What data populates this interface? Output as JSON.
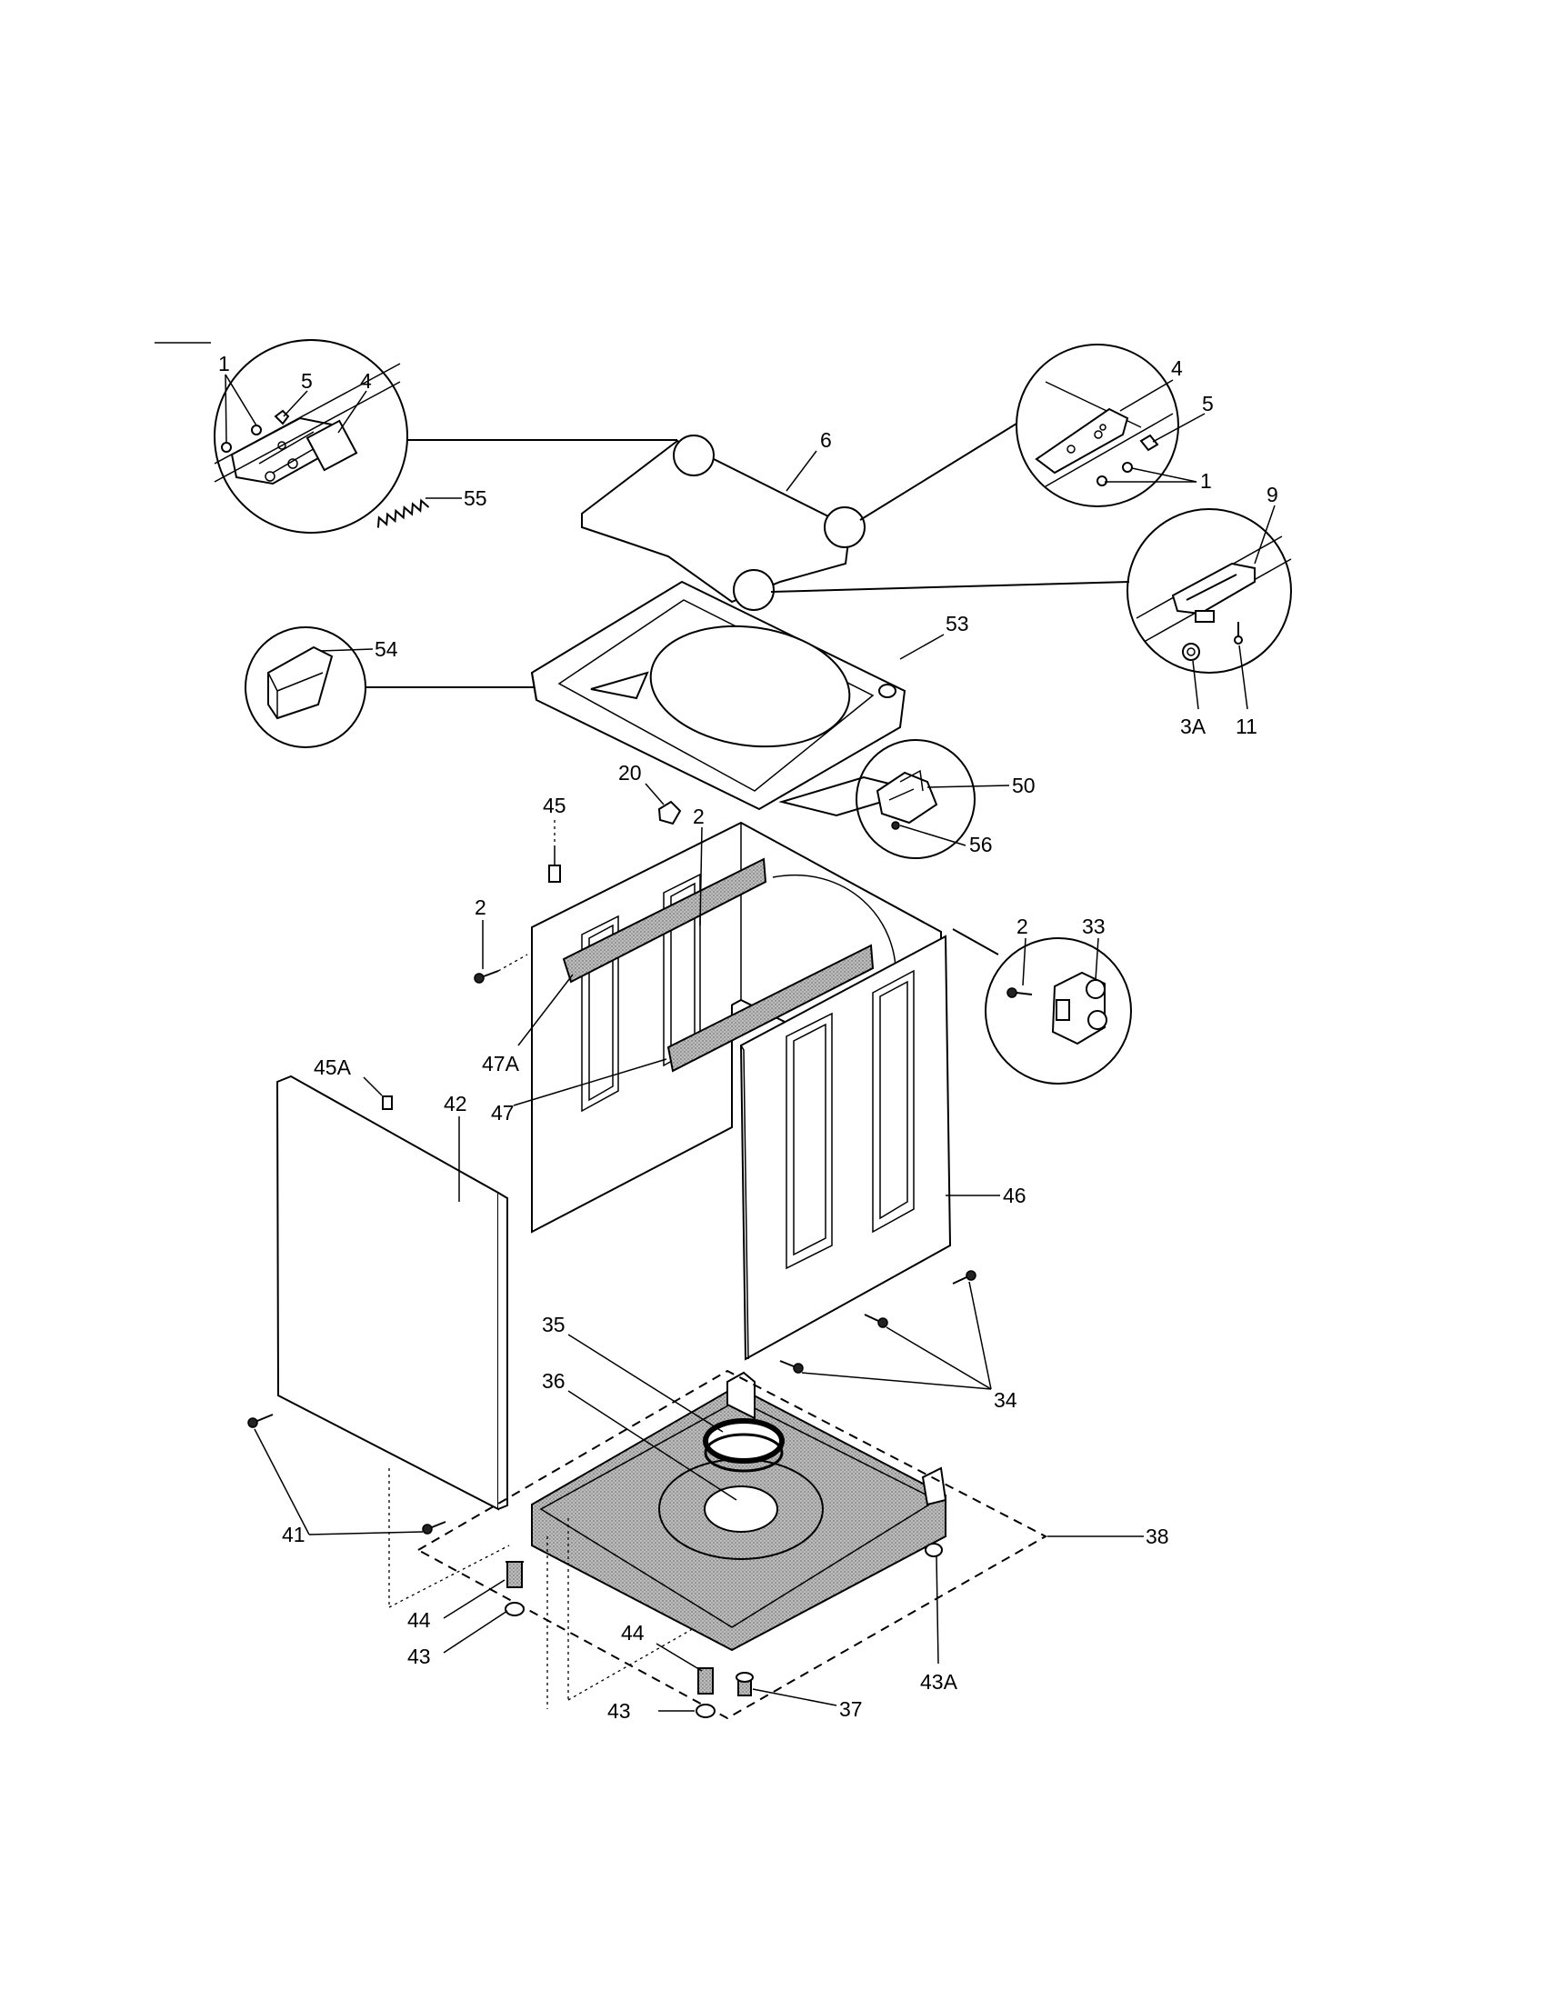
{
  "labels": {
    "l1a": "1",
    "l5a": "5",
    "l4a": "4",
    "l55": "55",
    "l6": "6",
    "l4b": "4",
    "l5b": "5",
    "l1b": "1",
    "l9": "9",
    "l3A": "3A",
    "l11": "11",
    "l54": "54",
    "l53": "53",
    "l20": "20",
    "l2a": "2",
    "l45": "45",
    "l50": "50",
    "l56": "56",
    "l2b": "2",
    "l2c": "2",
    "l33": "33",
    "l47A": "47A",
    "l47": "47",
    "l45A": "45A",
    "l42": "42",
    "l46": "46",
    "l35": "35",
    "l36": "36",
    "l34": "34",
    "l38": "38",
    "l41": "41",
    "l44a": "44",
    "l43a": "43",
    "l44b": "44",
    "l43b": "43",
    "l37": "37",
    "l43A": "43A"
  }
}
